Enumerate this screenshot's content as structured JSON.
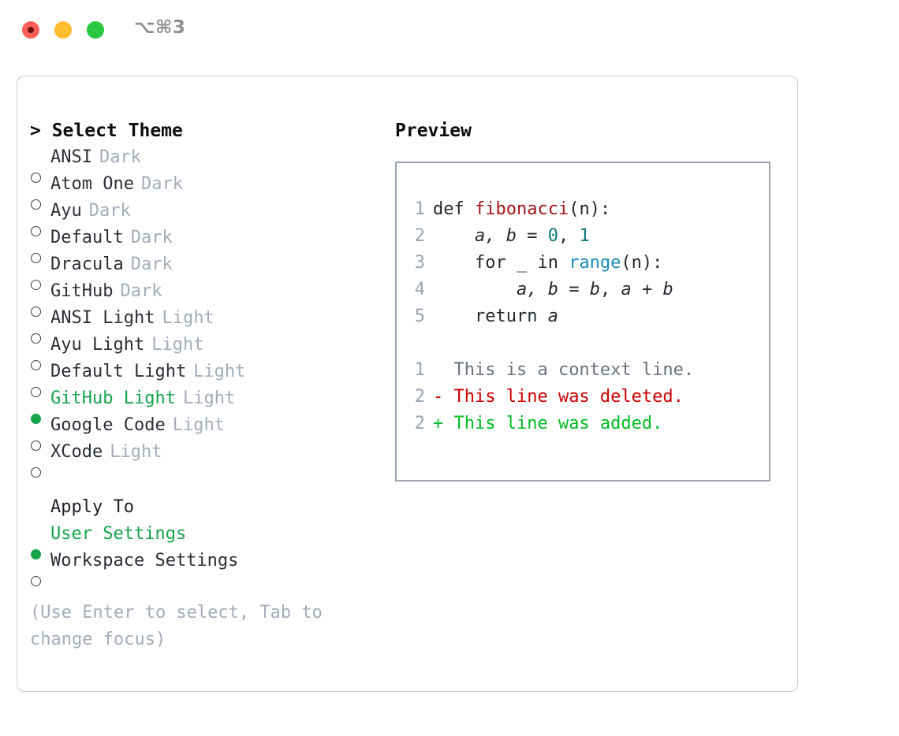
{
  "window": {
    "shortcut": "⌥⌘3",
    "traffic_lights": [
      {
        "name": "close-button",
        "color": "#ff5f57"
      },
      {
        "name": "minimize-button",
        "color": "#febc2e"
      },
      {
        "name": "maximize-button",
        "color": "#28c840"
      }
    ]
  },
  "theme_panel": {
    "title": "> Select Theme",
    "selected_marker": "●",
    "unselected_marker": "○",
    "options": [
      {
        "label": "ANSI",
        "tag": "Dark",
        "selected": false
      },
      {
        "label": "Atom One",
        "tag": "Dark",
        "selected": false
      },
      {
        "label": "Ayu",
        "tag": "Dark",
        "selected": false
      },
      {
        "label": "Default",
        "tag": "Dark",
        "selected": false
      },
      {
        "label": "Dracula",
        "tag": "Dark",
        "selected": false
      },
      {
        "label": "GitHub",
        "tag": "Dark",
        "selected": false
      },
      {
        "label": "ANSI Light",
        "tag": "Light",
        "selected": false
      },
      {
        "label": "Ayu Light",
        "tag": "Light",
        "selected": false
      },
      {
        "label": "Default Light",
        "tag": "Light",
        "selected": false
      },
      {
        "label": "GitHub Light",
        "tag": "Light",
        "selected": true
      },
      {
        "label": "Google Code",
        "tag": "Light",
        "selected": false
      },
      {
        "label": "XCode",
        "tag": "Light",
        "selected": false
      }
    ]
  },
  "apply_to": {
    "heading": "Apply To",
    "options": [
      {
        "label": "User Settings",
        "selected": true
      },
      {
        "label": "Workspace Settings",
        "selected": false
      }
    ]
  },
  "hint": "(Use Enter to select, Tab to change focus)",
  "preview": {
    "title": "Preview",
    "code_lines": [
      {
        "no": "1",
        "tokens": [
          {
            "t": "def ",
            "c": "tok-plain"
          },
          {
            "t": "fibonacci",
            "c": "tok-func"
          },
          {
            "t": "(n):",
            "c": "tok-plain"
          }
        ]
      },
      {
        "no": "2",
        "tokens": [
          {
            "t": "    ",
            "c": "tok-plain"
          },
          {
            "t": "a, b",
            "c": "tok-var"
          },
          {
            "t": " = ",
            "c": "tok-plain"
          },
          {
            "t": "0",
            "c": "tok-num"
          },
          {
            "t": ", ",
            "c": "tok-plain"
          },
          {
            "t": "1",
            "c": "tok-num"
          }
        ]
      },
      {
        "no": "3",
        "tokens": [
          {
            "t": "    for _ in ",
            "c": "tok-plain"
          },
          {
            "t": "range",
            "c": "tok-call"
          },
          {
            "t": "(n):",
            "c": "tok-plain"
          }
        ]
      },
      {
        "no": "4",
        "tokens": [
          {
            "t": "        ",
            "c": "tok-plain"
          },
          {
            "t": "a, b",
            "c": "tok-var"
          },
          {
            "t": " = ",
            "c": "tok-plain"
          },
          {
            "t": "b",
            "c": "tok-var"
          },
          {
            "t": ", ",
            "c": "tok-plain"
          },
          {
            "t": "a",
            "c": "tok-var"
          },
          {
            "t": " + ",
            "c": "tok-plain"
          },
          {
            "t": "b",
            "c": "tok-var"
          }
        ]
      },
      {
        "no": "5",
        "tokens": [
          {
            "t": "    return ",
            "c": "tok-plain"
          },
          {
            "t": "a",
            "c": "tok-var"
          }
        ]
      }
    ],
    "diff_lines": [
      {
        "no": "1",
        "sign": " ",
        "text": "This is a context line.",
        "kind": "diff-context"
      },
      {
        "no": "2",
        "sign": "-",
        "text": "This line was deleted.",
        "kind": "diff-del"
      },
      {
        "no": "2",
        "sign": "+",
        "text": "This line was added.",
        "kind": "diff-add"
      }
    ]
  },
  "colors": {
    "accent_green": "#16a34a",
    "muted": "#a3adba",
    "panel_border": "#9aa5b1",
    "window_border": "#c4ccd4",
    "diff_add": "#00bb22",
    "diff_del": "#cc0000",
    "syntax_function": "#a31515",
    "syntax_number": "#0f7b7b",
    "syntax_call": "#1a8cb8"
  }
}
